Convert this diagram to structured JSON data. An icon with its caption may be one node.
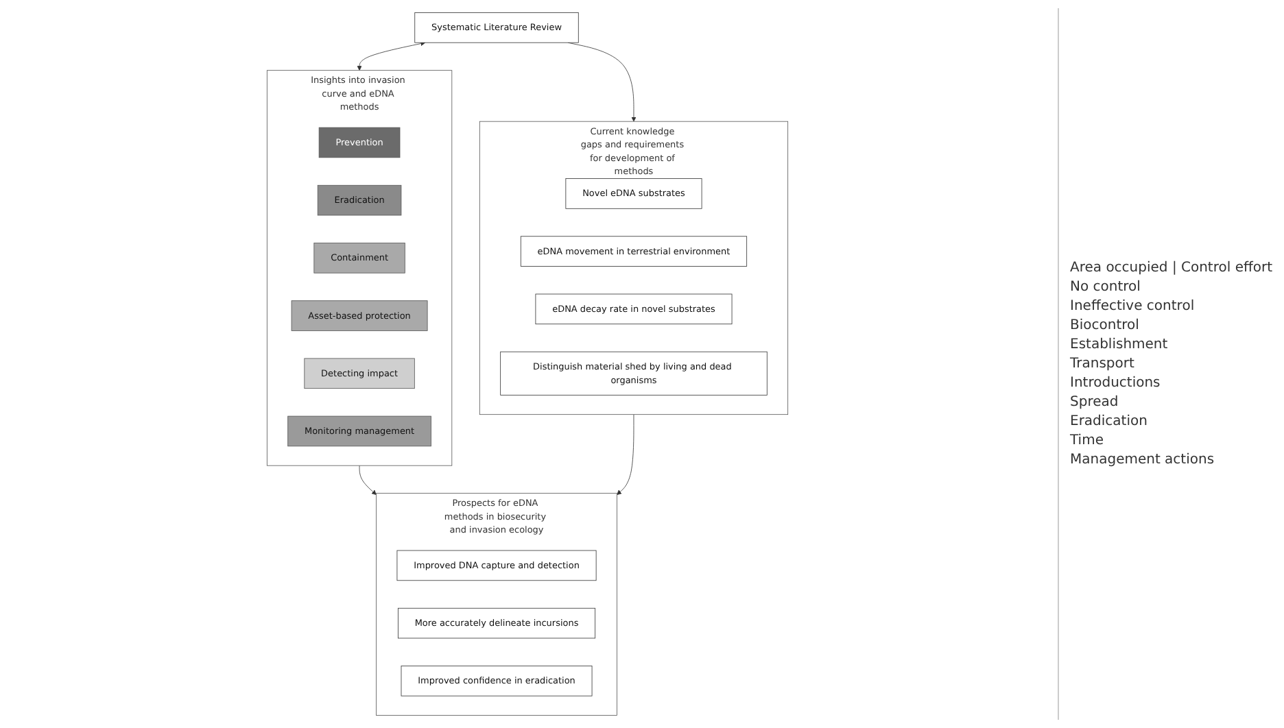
{
  "diagram": {
    "nodes": [
      {
        "text": [
          "Systematic Literature Review"
        ]
      },
      {
        "text": [
          "Insights into invasion curve and eDNA methods"
        ]
      },
      {
        "text": [
          "Prevention"
        ],
        "in": 1
      },
      {
        "text": [
          "Eradication"
        ],
        "in": 1
      },
      {
        "text": [
          "Containment"
        ],
        "in": 1
      },
      {
        "text": [
          "Asset-based protection"
        ],
        "in": 1
      },
      {
        "text": [
          "Detecting impact"
        ],
        "in": 1
      },
      {
        "text": [
          "Monitoring management"
        ],
        "in": 1
      },
      {
        "text": [
          "Current knowledge gaps and requirements for development of methods"
        ]
      },
      {
        "text": [
          "Novel eDNA substrates"
        ],
        "in": 8
      },
      {
        "text": [
          "eDNA movement in terrestrial environment"
        ],
        "in": 8
      },
      {
        "text": [
          "eDNA decay rate in novel substrates"
        ],
        "in": 8
      },
      {
        "text": [
          "Distinguish material shed by living and dead organisms"
        ],
        "in": 8
      },
      {
        "text": [
          "Prospects for eDNA methods in biosecurity and invasion ecology"
        ]
      },
      {
        "text": [
          "Improved DNA capture and detection"
        ],
        "in": 13
      },
      {
        "text": [
          "More accurately delineate incursions"
        ],
        "in": 13
      },
      {
        "text": [
          "Improved confidence in eradication"
        ],
        "in": 13
      }
    ],
    "edges": [
      {
        "from": 0,
        "to": 1,
        "arrow": "both"
      },
      {
        "from": 0,
        "to": 8,
        "arrow": "to"
      },
      {
        "from": 1,
        "to": 13,
        "arrow": "to"
      },
      {
        "from": 8,
        "to": 13,
        "arrow": "to"
      }
    ],
    "labels": [
      "Area occupied | Control effort",
      "No control",
      "Ineffective control",
      "Biocontrol",
      "Establishment",
      "Transport",
      "Introductions",
      "Spread",
      "Eradication",
      "Time",
      "Management actions"
    ]
  }
}
